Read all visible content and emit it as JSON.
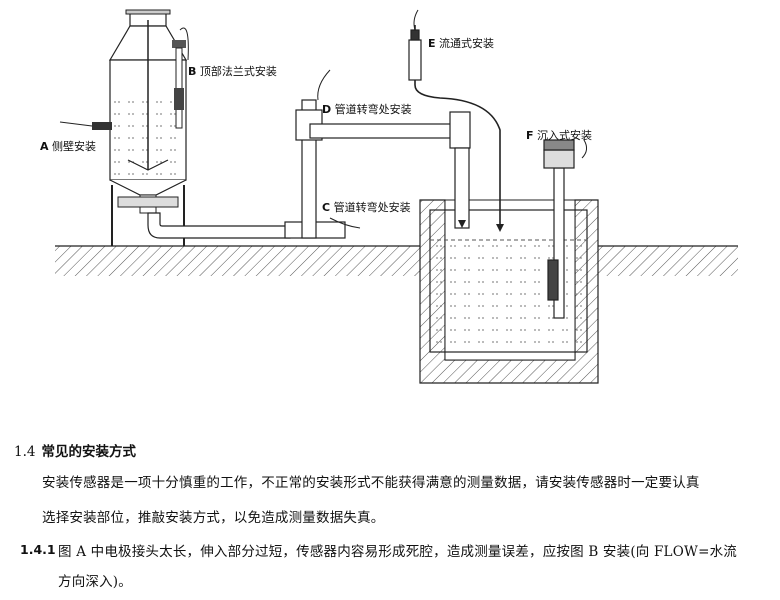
{
  "figure": {
    "labels": {
      "A": {
        "letter": "A",
        "text": "侧壁安装"
      },
      "B": {
        "letter": "B",
        "text": "顶部法兰式安装"
      },
      "C": {
        "letter": "C",
        "text": "管道转弯处安装"
      },
      "D": {
        "letter": "D",
        "text": "管道转弯处安装"
      },
      "E": {
        "letter": "E",
        "text": "流通式安装"
      },
      "F": {
        "letter": "F",
        "text": "沉入式安装"
      }
    }
  },
  "section": {
    "number": "1.4",
    "title": "常见的安装方式",
    "para1_line1": "安装传感器是一项十分慎重的工作，不正常的安装形式不能获得满意的测量数据，请安装传感器时一定要认真",
    "para1_line2": "选择安装部位，推敲安装方式，以免造成测量数据失真。",
    "item_number": "1.4.1",
    "item_line1": "图 A 中电极接头太长，伸入部分过短，传感器内容易形成死腔，造成测量误差，应按图 B 安装(向 FLOW=水流",
    "item_line2": "方向深入)。"
  }
}
